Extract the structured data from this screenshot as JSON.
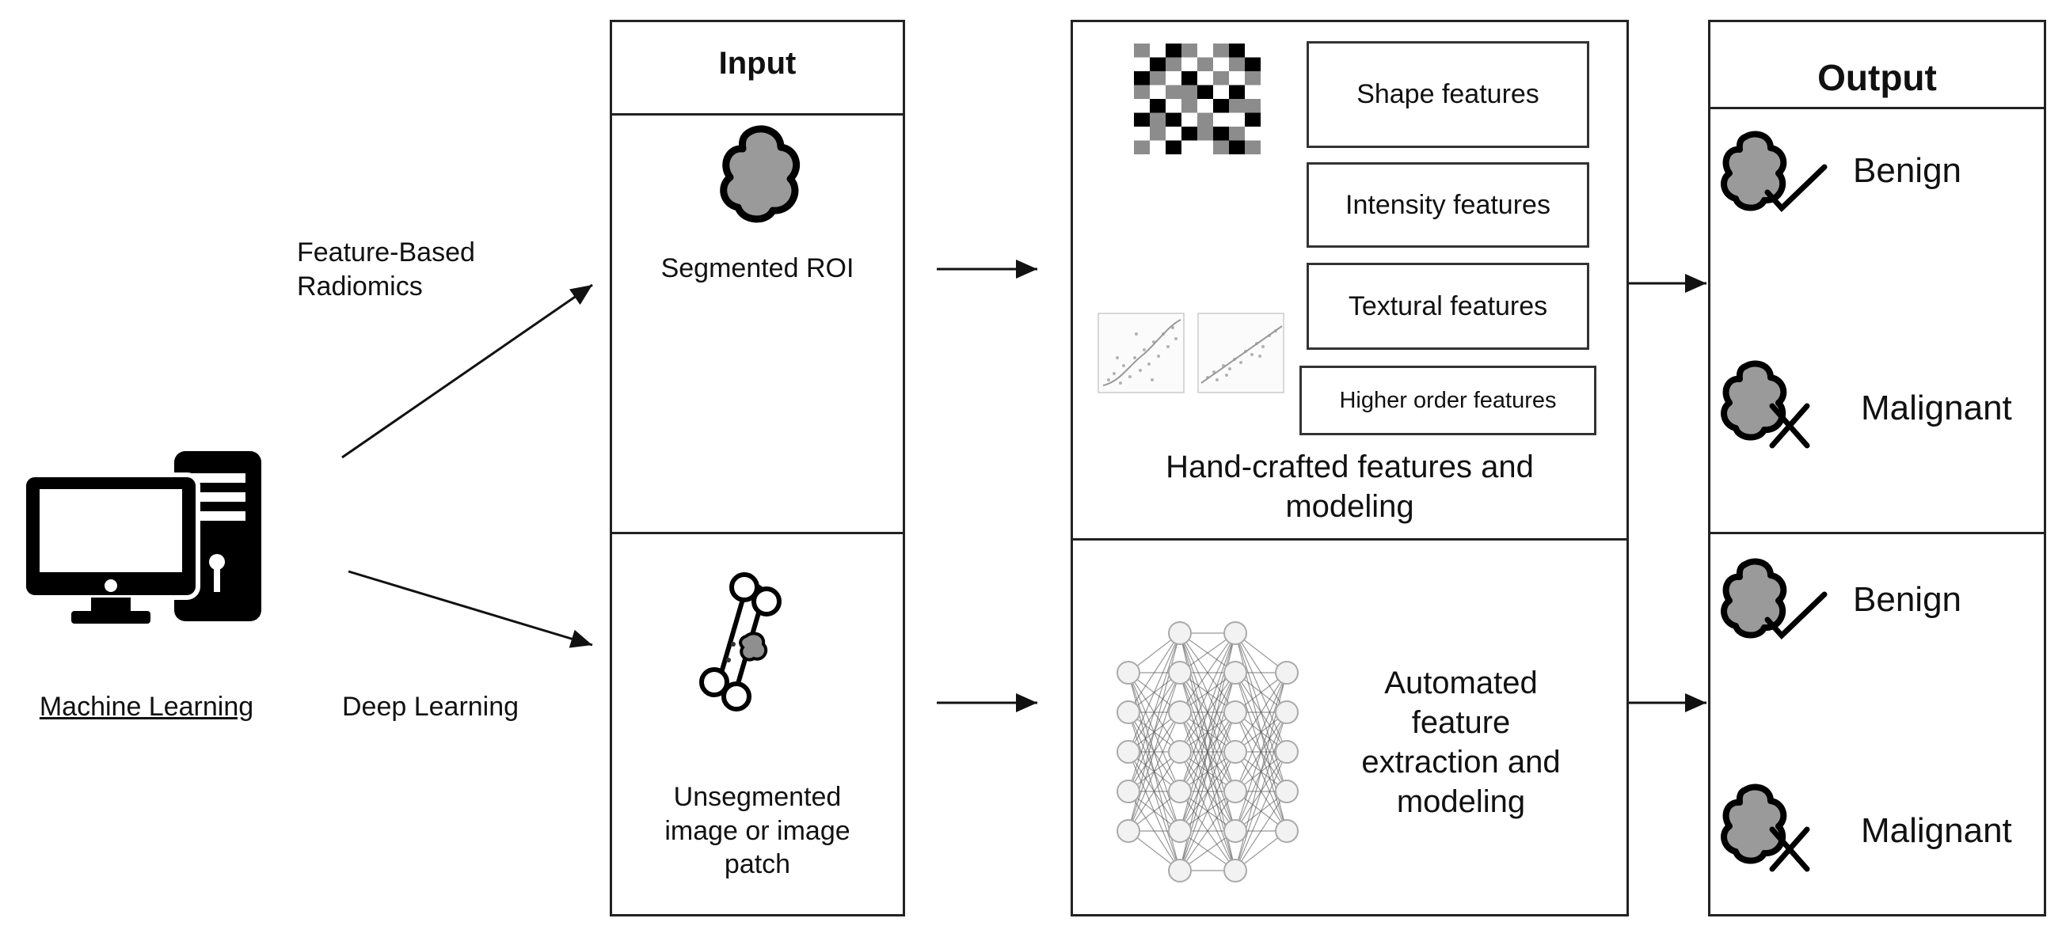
{
  "left": {
    "computer_caption": "Machine Learning",
    "upper_path_label": "Feature-Based\nRadiomics",
    "lower_path_label": "Deep Learning"
  },
  "input": {
    "header": "Input",
    "segmented": "Segmented ROI",
    "unsegmented": "Unsegmented\nimage or image\npatch"
  },
  "features": {
    "items": [
      "Shape features",
      "Intensity features",
      "Textural features",
      "Higher order features"
    ],
    "handcrafted": "Hand-crafted features and\nmodeling",
    "automated": "Automated\nfeature\nextraction and\nmodeling"
  },
  "output": {
    "header": "Output",
    "rows": [
      "Benign",
      "Malignant",
      "Benign",
      "Malignant"
    ]
  },
  "matrix_pattern": [
    [
      1,
      0,
      2,
      1,
      0,
      1,
      2,
      0
    ],
    [
      0,
      2,
      1,
      0,
      1,
      0,
      1,
      2
    ],
    [
      2,
      1,
      0,
      2,
      0,
      1,
      0,
      1
    ],
    [
      1,
      0,
      1,
      1,
      2,
      0,
      2,
      0
    ],
    [
      0,
      2,
      0,
      1,
      0,
      2,
      1,
      1
    ],
    [
      2,
      1,
      2,
      0,
      1,
      0,
      0,
      2
    ],
    [
      0,
      1,
      0,
      2,
      1,
      2,
      1,
      0
    ],
    [
      1,
      0,
      2,
      0,
      0,
      1,
      2,
      1
    ]
  ]
}
